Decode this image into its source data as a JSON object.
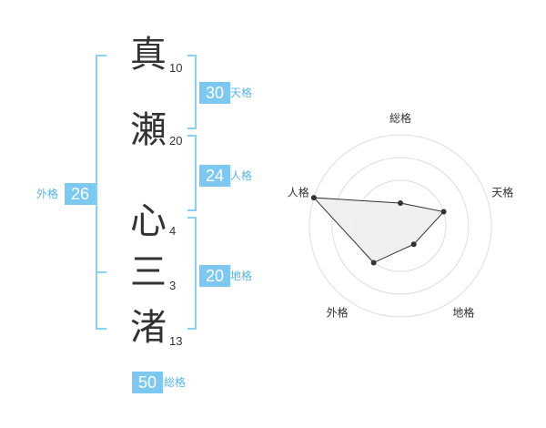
{
  "name": {
    "characters": [
      {
        "char": "真",
        "strokes": "10"
      },
      {
        "char": "瀬",
        "strokes": "20"
      },
      {
        "char": "心",
        "strokes": "4"
      },
      {
        "char": "三",
        "strokes": "3"
      },
      {
        "char": "渚",
        "strokes": "13"
      }
    ]
  },
  "fortunes": {
    "tenkaku": {
      "value": "30",
      "label": "天格"
    },
    "jinkaku": {
      "value": "24",
      "label": "人格"
    },
    "chikaku": {
      "value": "20",
      "label": "地格"
    },
    "gaikaku": {
      "value": "26",
      "label": "外格"
    },
    "soukaku": {
      "value": "50",
      "label": "総格"
    }
  },
  "chart_data": {
    "type": "radar",
    "axes": [
      "総格",
      "天格",
      "地格",
      "外格",
      "人格"
    ],
    "values": [
      1,
      2,
      1,
      2,
      4
    ],
    "range": [
      0,
      4
    ],
    "rings": 4
  },
  "colors": {
    "accent": "#7cc8f0",
    "bracket": "#8ccff4",
    "label": "#55b5e6",
    "text": "#333333"
  }
}
